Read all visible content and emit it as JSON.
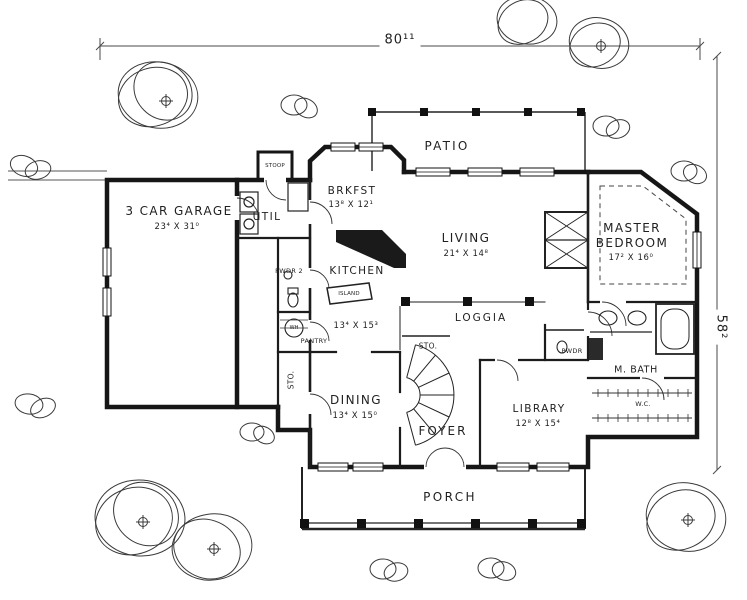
{
  "meta": {
    "paper_color": "#ffffff",
    "ink_color": "#1a1a1a"
  },
  "dimensions": {
    "overall_width": "80¹¹",
    "overall_height": "58²"
  },
  "rooms": {
    "garage": {
      "name": "3 CAR GARAGE",
      "size": "23⁴ X 31⁰"
    },
    "util": {
      "name": "UTIL"
    },
    "stoop": {
      "name": "STOOP"
    },
    "brkfst": {
      "name": "BRKFST",
      "size": "13⁸ X 12¹"
    },
    "patio": {
      "name": "PATIO"
    },
    "living": {
      "name": "LIVING",
      "size": "21⁴ X 14⁸"
    },
    "master_bedroom": {
      "name_line1": "MASTER",
      "name_line2": "BEDROOM",
      "size": "17² X 16⁰"
    },
    "powder2": {
      "name": "PWDR 2"
    },
    "kitchen": {
      "name": "KITCHEN",
      "size": "13⁴ X 15³"
    },
    "island": {
      "name": "ISLAND"
    },
    "loggia": {
      "name": "LOGGIA"
    },
    "pantry": {
      "name": "PANTRY"
    },
    "storage_hall": {
      "name": "STO."
    },
    "storage_stairs": {
      "name": "STO."
    },
    "powder": {
      "name": "PWDR"
    },
    "master_bath": {
      "name": "M. BATH"
    },
    "closet": {
      "name": "W.C."
    },
    "dining": {
      "name": "DINING",
      "size": "13⁴ X 15⁰"
    },
    "foyer": {
      "name": "FOYER"
    },
    "library": {
      "name": "LIBRARY",
      "size": "12⁸ X 15⁴"
    },
    "porch": {
      "name": "PORCH"
    },
    "water_heater": {
      "name": "WH"
    }
  }
}
